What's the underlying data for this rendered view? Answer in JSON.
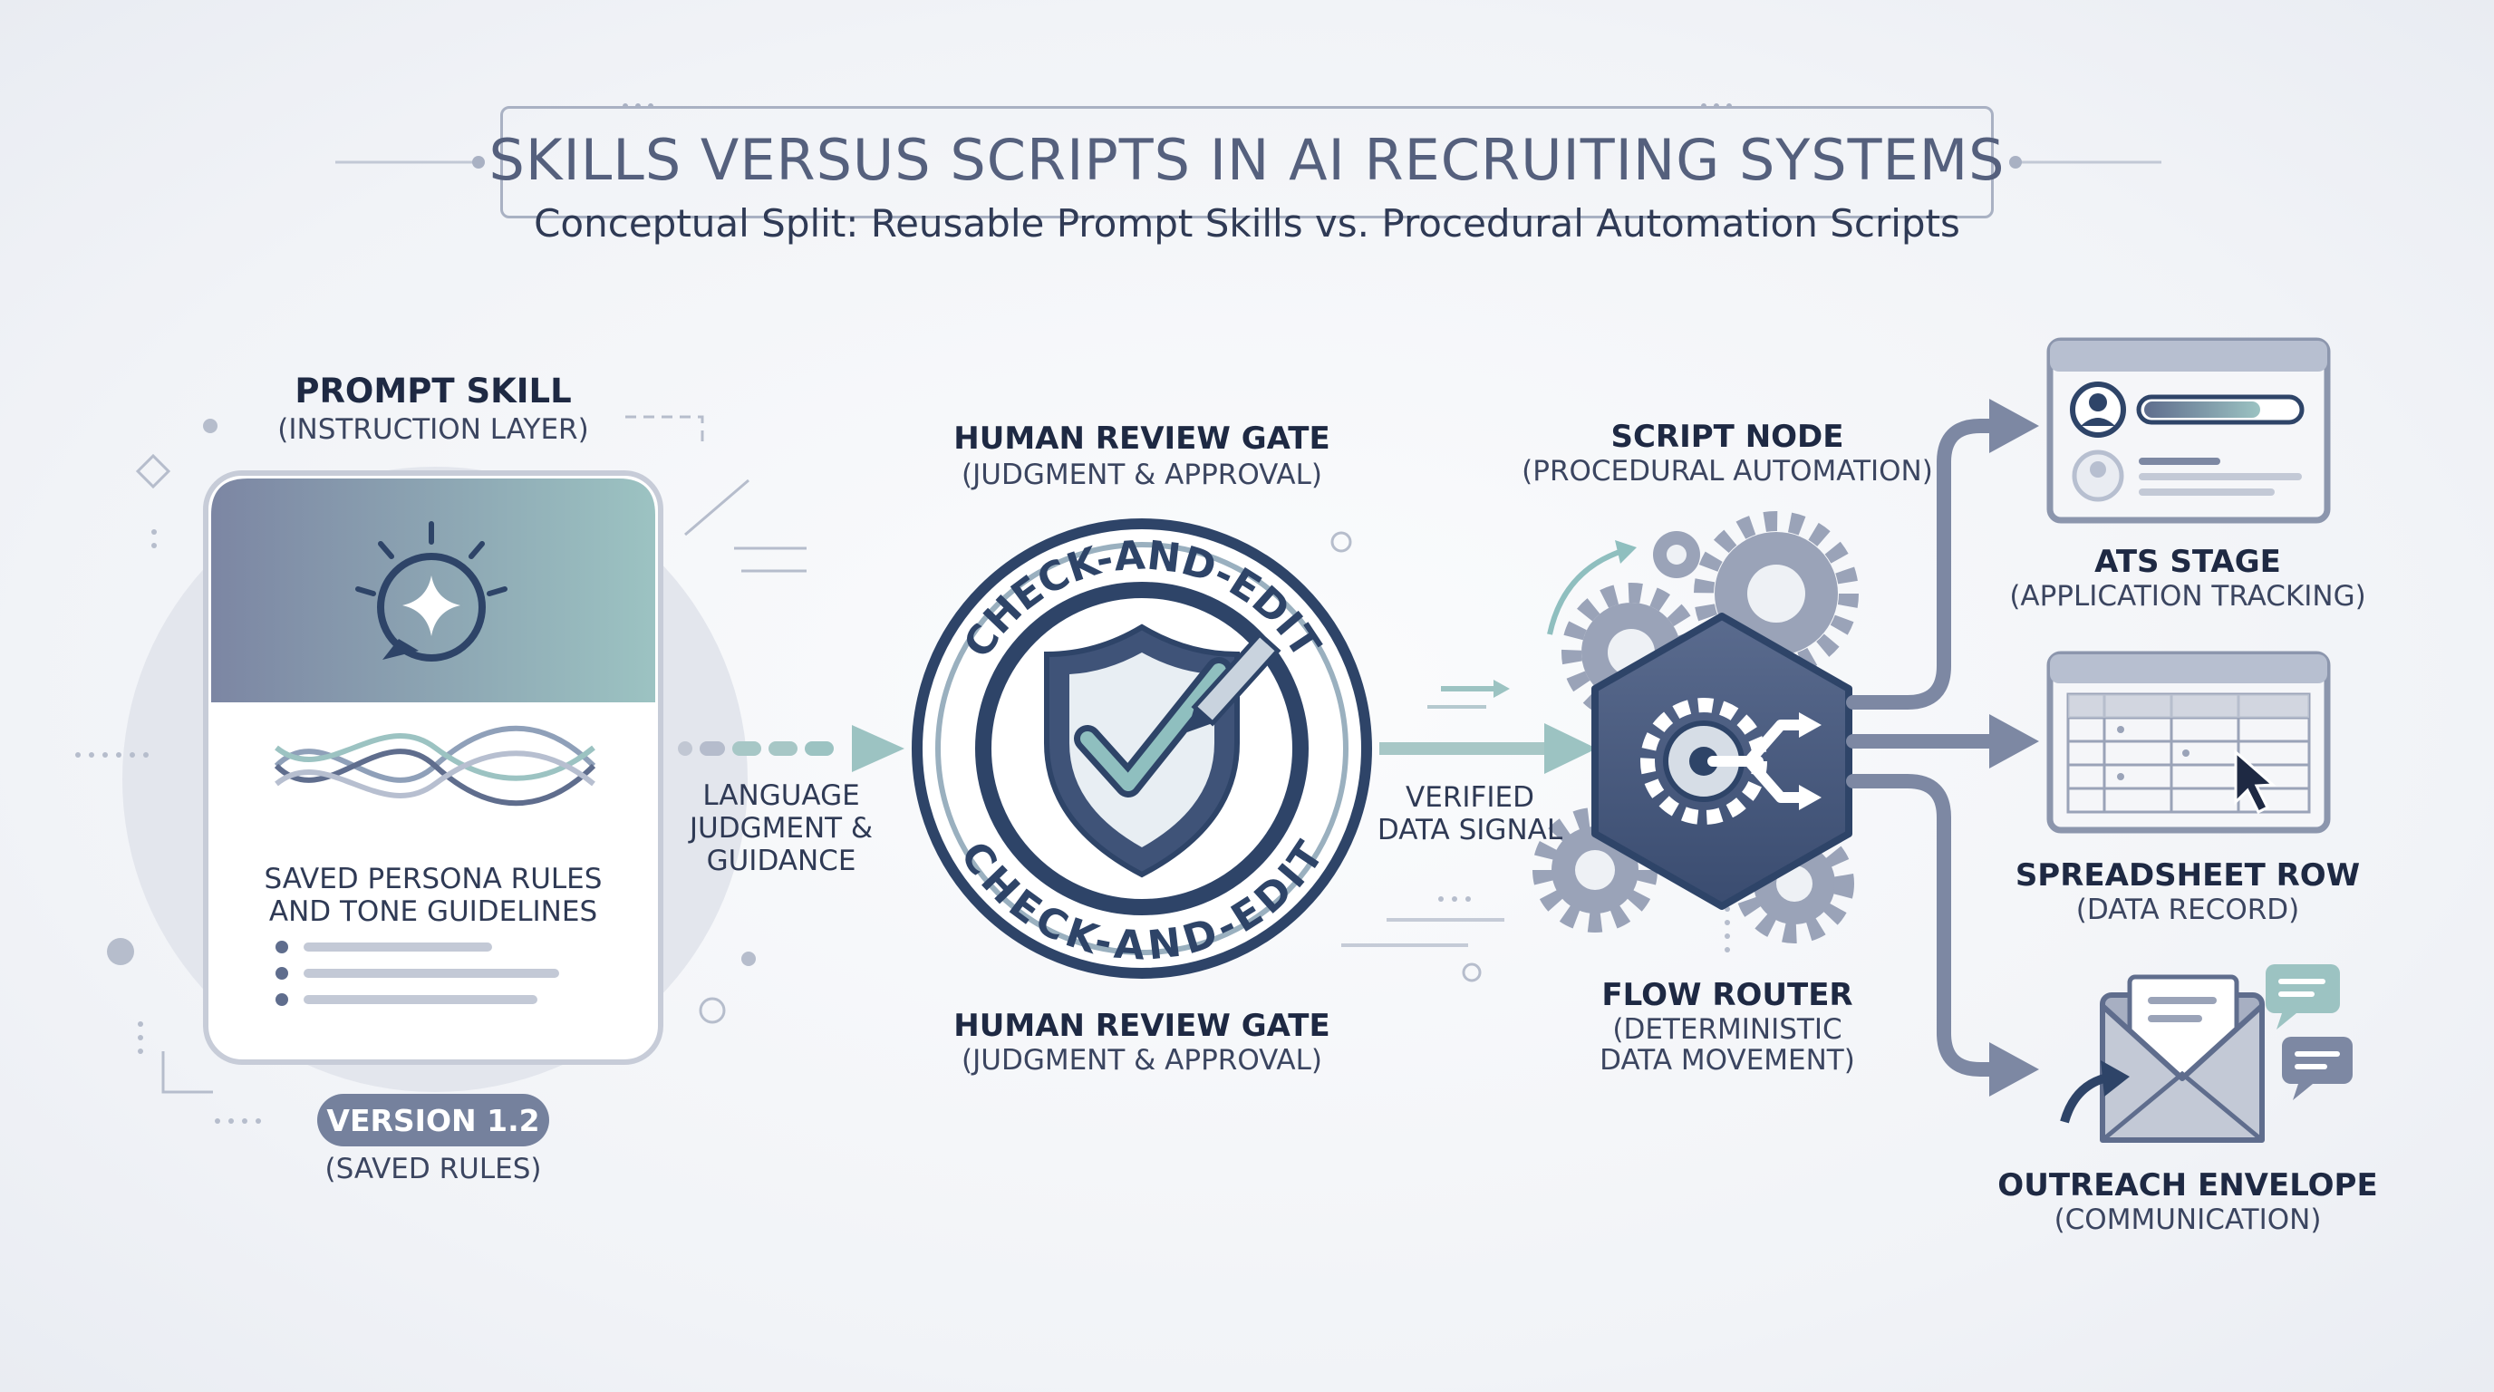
{
  "title": "SKILLS VERSUS SCRIPTS IN AI RECRUITING SYSTEMS",
  "subtitle": "Conceptual Split: Reusable Prompt Skills vs. Procedural Automation Scripts",
  "prompt_skill": {
    "title": "PROMPT SKILL",
    "subtitle": "(INSTRUCTION LAYER)",
    "card_text_line1": "SAVED PERSONA RULES",
    "card_text_line2": "AND TONE GUIDELINES",
    "version_badge": "VERSION 1.2",
    "version_caption": "(SAVED RULES)"
  },
  "arrow1_label": {
    "line1": "LANGUAGE",
    "line2": "JUDGMENT &",
    "line3": "GUIDANCE"
  },
  "review_gate": {
    "top_title": "HUMAN REVIEW GATE",
    "top_subtitle": "(JUDGMENT & APPROVAL)",
    "ring_text": "CHECK-AND-EDIT",
    "bottom_title": "HUMAN REVIEW GATE",
    "bottom_subtitle": "(JUDGMENT & APPROVAL)"
  },
  "arrow2_label": {
    "line1": "VERIFIED",
    "line2": "DATA SIGNAL"
  },
  "script_node": {
    "title": "SCRIPT NODE",
    "subtitle": "(PROCEDURAL AUTOMATION)"
  },
  "flow_router": {
    "title": "FLOW ROUTER",
    "line1": "(DETERMINISTIC",
    "line2": "DATA MOVEMENT)"
  },
  "outputs": [
    {
      "title": "ATS STAGE",
      "subtitle": "(APPLICATION TRACKING)"
    },
    {
      "title": "SPREADSHEET ROW",
      "subtitle": "(DATA RECORD)"
    },
    {
      "title": "OUTREACH ENVELOPE",
      "subtitle": "(COMMUNICATION)"
    }
  ],
  "colors": {
    "navy": "#2e4468",
    "slate": "#75819d",
    "teal": "#8fbfbf",
    "light_slate": "#a9b1c3"
  },
  "icons": [
    "speech-bubble-sparkle-icon",
    "shield-check-icon",
    "pencil-icon",
    "gear-icon",
    "router-hexagon-icon",
    "user-avatar-icon",
    "spreadsheet-icon",
    "cursor-icon",
    "envelope-icon",
    "chat-bubble-icon"
  ]
}
